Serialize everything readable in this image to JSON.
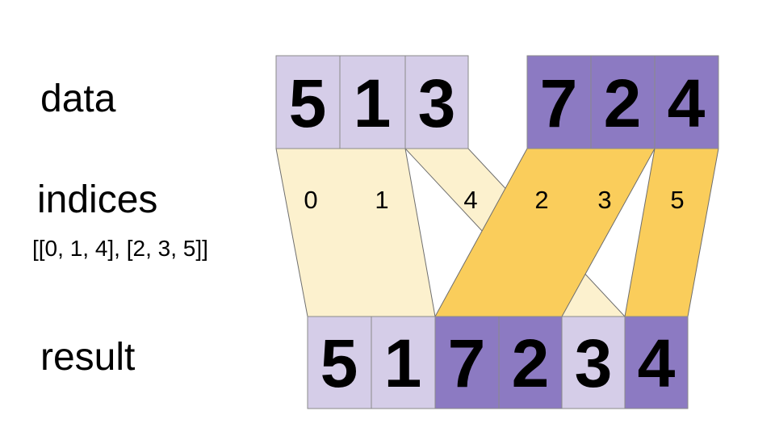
{
  "diagram": {
    "labels": {
      "data": "data",
      "indices": "indices",
      "indices_value": "[[0, 1, 4], [2, 3, 5]]",
      "result": "result"
    },
    "data_row": {
      "groups": [
        {
          "fill": "#D5CDE8",
          "values": [
            "5",
            "1",
            "3"
          ]
        },
        {
          "fill": "#8C7AC2",
          "values": [
            "7",
            "2",
            "4"
          ]
        }
      ]
    },
    "indices_row": {
      "values": [
        "0",
        "1",
        "4",
        "2",
        "3",
        "5"
      ]
    },
    "result_row": {
      "values": [
        "5",
        "1",
        "7",
        "2",
        "3",
        "4"
      ],
      "fills": [
        "#D5CDE8",
        "#D5CDE8",
        "#8C7AC2",
        "#8C7AC2",
        "#D5CDE8",
        "#8C7AC2"
      ]
    }
  },
  "colors": {
    "cream_ribbon": "#FCF1CE",
    "gold_ribbon": "#FACD5B",
    "light_purple_cell": "#D5CDE8",
    "dark_purple_cell": "#8C7AC2",
    "cell_border": "#8A8A8A",
    "ribbon_border": "#6E6E6E",
    "background": "#FFFFFF",
    "text": "#000000"
  }
}
